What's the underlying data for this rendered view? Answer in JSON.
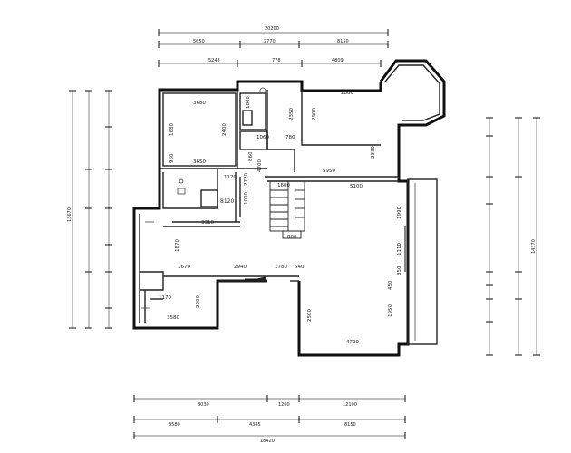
{
  "dimensions": {
    "top_overall": "20200",
    "top_row1": [
      "5650",
      "2770",
      "8150"
    ],
    "top_row2": [
      "5248",
      "778",
      "4809"
    ],
    "bottom_row1": [
      "8030",
      "1200",
      "12100"
    ],
    "bottom_row2": [
      "3580",
      "4345",
      "8150"
    ],
    "bottom_overall": "18420",
    "left_total": "13670",
    "right_total": "14370"
  },
  "rooms": {
    "r3680": "3680",
    "r1680": "1680",
    "r2400": "2400",
    "r3650": "3650",
    "r950": "950",
    "r1800": "1800",
    "r1060": "1060",
    "r780": "780",
    "r2350": "2350",
    "r2880": "2880",
    "r2900": "2900",
    "r2330": "2330",
    "r5950": "5950",
    "r1120": "1120",
    "r860": "860",
    "r4700a": "4700",
    "r1600": "1600",
    "r5100": "5100",
    "r1990": "1990",
    "r1110": "1110",
    "r850": "850",
    "r450": "450",
    "r1950": "1950",
    "r4700b": "4700",
    "r3310": "3310",
    "r1870": "1870",
    "r1670": "1670",
    "r2940": "2940",
    "r1780": "1780",
    "r540": "540",
    "r1170": "1170",
    "r2000": "2000",
    "r2500": "2500",
    "r3580": "3580",
    "r800": "800",
    "r2720": "2720",
    "r1000": "1000",
    "box": "8120"
  }
}
